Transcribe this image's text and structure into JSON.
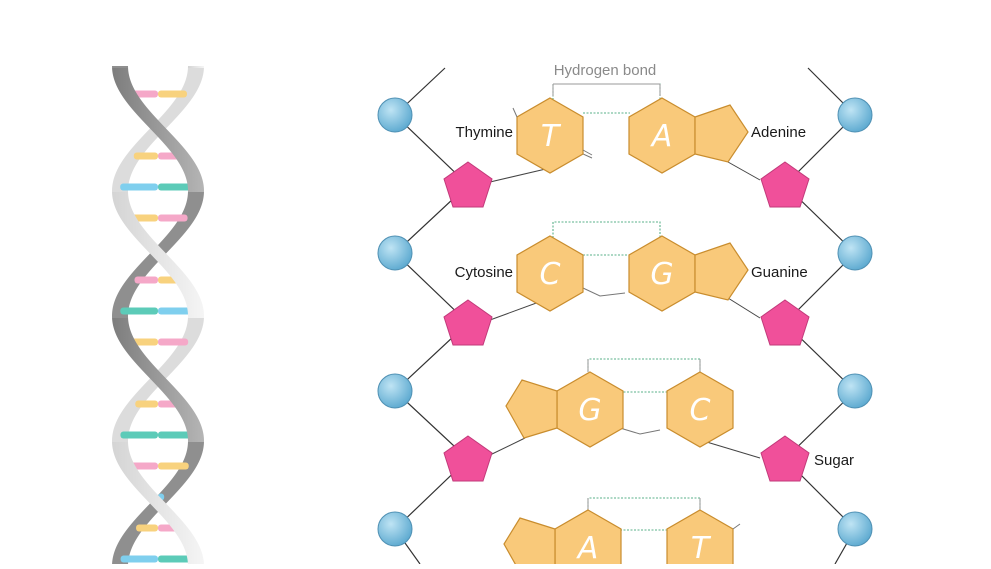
{
  "labels": {
    "hydrogen_bond": "Hydrogen bond",
    "thymine": "Thymine",
    "adenine": "Adenine",
    "cytosine": "Cytosine",
    "guanine": "Guanine",
    "sugar": "Sugar"
  },
  "pairs": [
    {
      "left": "T",
      "right": "A"
    },
    {
      "left": "C",
      "right": "G"
    },
    {
      "left": "G",
      "right": "C"
    },
    {
      "left": "A",
      "right": "T"
    }
  ],
  "colors": {
    "base_fill": "#f9c97a",
    "base_stroke": "#c98d2e",
    "sugar_fill": "#f0509a",
    "phosphate_fill": "#7ec0de",
    "bond_line": "#5ab08a",
    "strand_line": "#333333",
    "helix_gray": "#9a9a9a",
    "helix_light": "#e6e6e6",
    "rung_pink": "#f5a8c8",
    "rung_yellow": "#f8d27e",
    "rung_blue": "#7fcfee",
    "rung_teal": "#5ccbb8"
  }
}
